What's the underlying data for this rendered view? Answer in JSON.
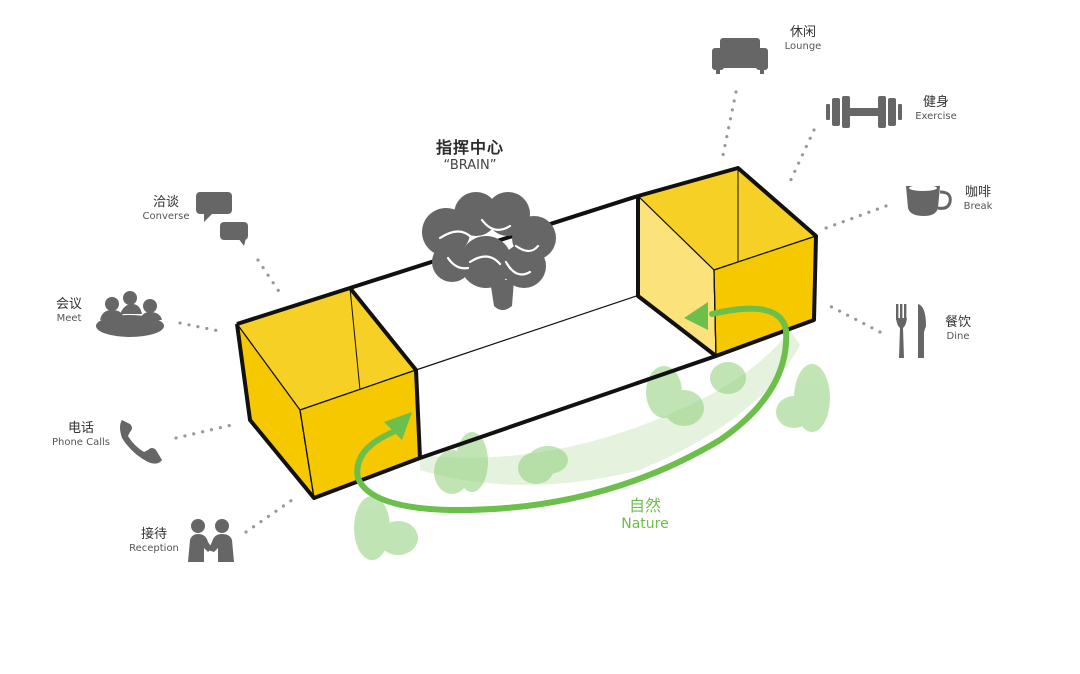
{
  "brain": {
    "zh": "指挥中心",
    "en": "“BRAIN”"
  },
  "nature": {
    "zh": "自然",
    "en": "Nature"
  },
  "activities_left": [
    {
      "zh": "洽谈",
      "en": "Converse",
      "icon": "speech-bubbles-icon"
    },
    {
      "zh": "会议",
      "en": "Meet",
      "icon": "meeting-group-icon"
    },
    {
      "zh": "电话",
      "en": "Phone Calls",
      "icon": "phone-icon"
    },
    {
      "zh": "接待",
      "en": "Reception",
      "icon": "handshake-people-icon"
    }
  ],
  "activities_right": [
    {
      "zh": "休闲",
      "en": "Lounge",
      "icon": "sofa-icon"
    },
    {
      "zh": "健身",
      "en": "Exercise",
      "icon": "dumbbell-icon"
    },
    {
      "zh": "咖啡",
      "en": "Break",
      "icon": "coffee-cup-icon"
    },
    {
      "zh": "餐饮",
      "en": "Dine",
      "icon": "fork-knife-icon"
    }
  ],
  "colors": {
    "box_yellow": "#f5c800",
    "box_yellow_light": "#fbe27a",
    "outline": "#111111",
    "icon_gray": "#666666",
    "nature_green": "#6cbf4a",
    "foliage_green": "#8fcf7a",
    "dots_gray": "#999999"
  }
}
